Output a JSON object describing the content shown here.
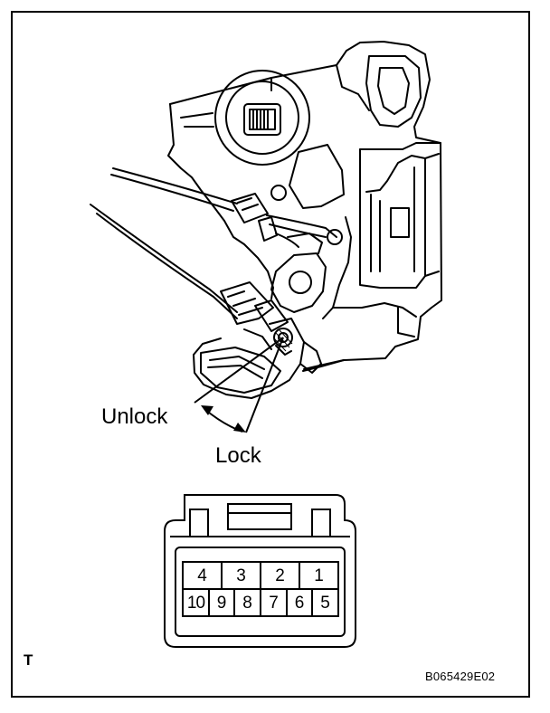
{
  "labels": {
    "unlock": "Unlock",
    "lock": "Lock",
    "view_marker": "T",
    "figure_code": "B065429E02"
  },
  "connector": {
    "top_row": [
      "4",
      "3",
      "2",
      "1"
    ],
    "bottom_row": [
      "10",
      "9",
      "8",
      "7",
      "6",
      "5"
    ]
  }
}
